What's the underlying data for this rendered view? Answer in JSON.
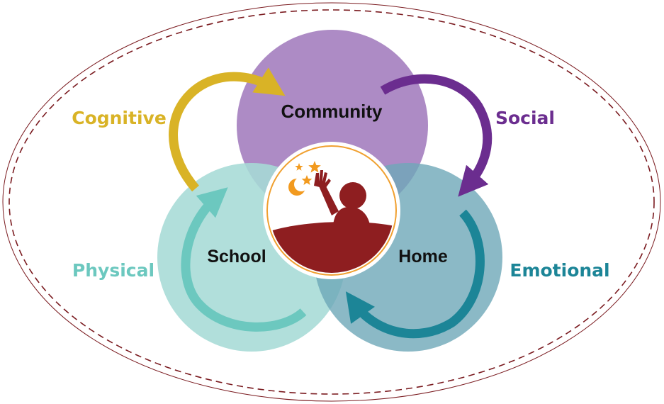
{
  "circles": {
    "community": {
      "label": "Community",
      "color": "#9b72b8"
    },
    "school": {
      "label": "School",
      "color": "#a6dbd6"
    },
    "home": {
      "label": "Home",
      "color": "#6ea8b8"
    }
  },
  "dimensions": {
    "cognitive": {
      "label": "Cognitive",
      "color": "#d9b326"
    },
    "social": {
      "label": "Social",
      "color": "#6b2d8f"
    },
    "physical": {
      "label": "Physical",
      "color": "#6cc8bf"
    },
    "emotional": {
      "label": "Emotional",
      "color": "#1c8597"
    }
  },
  "center": {
    "ring_color": "#f0a030",
    "figure_color": "#8e1e20",
    "star_color": "#f29a1f"
  },
  "outer_border_color": "#7a1a1f",
  "icons": [
    "child-reaching-stars-icon",
    "crescent-moon-icon",
    "star-icon"
  ]
}
